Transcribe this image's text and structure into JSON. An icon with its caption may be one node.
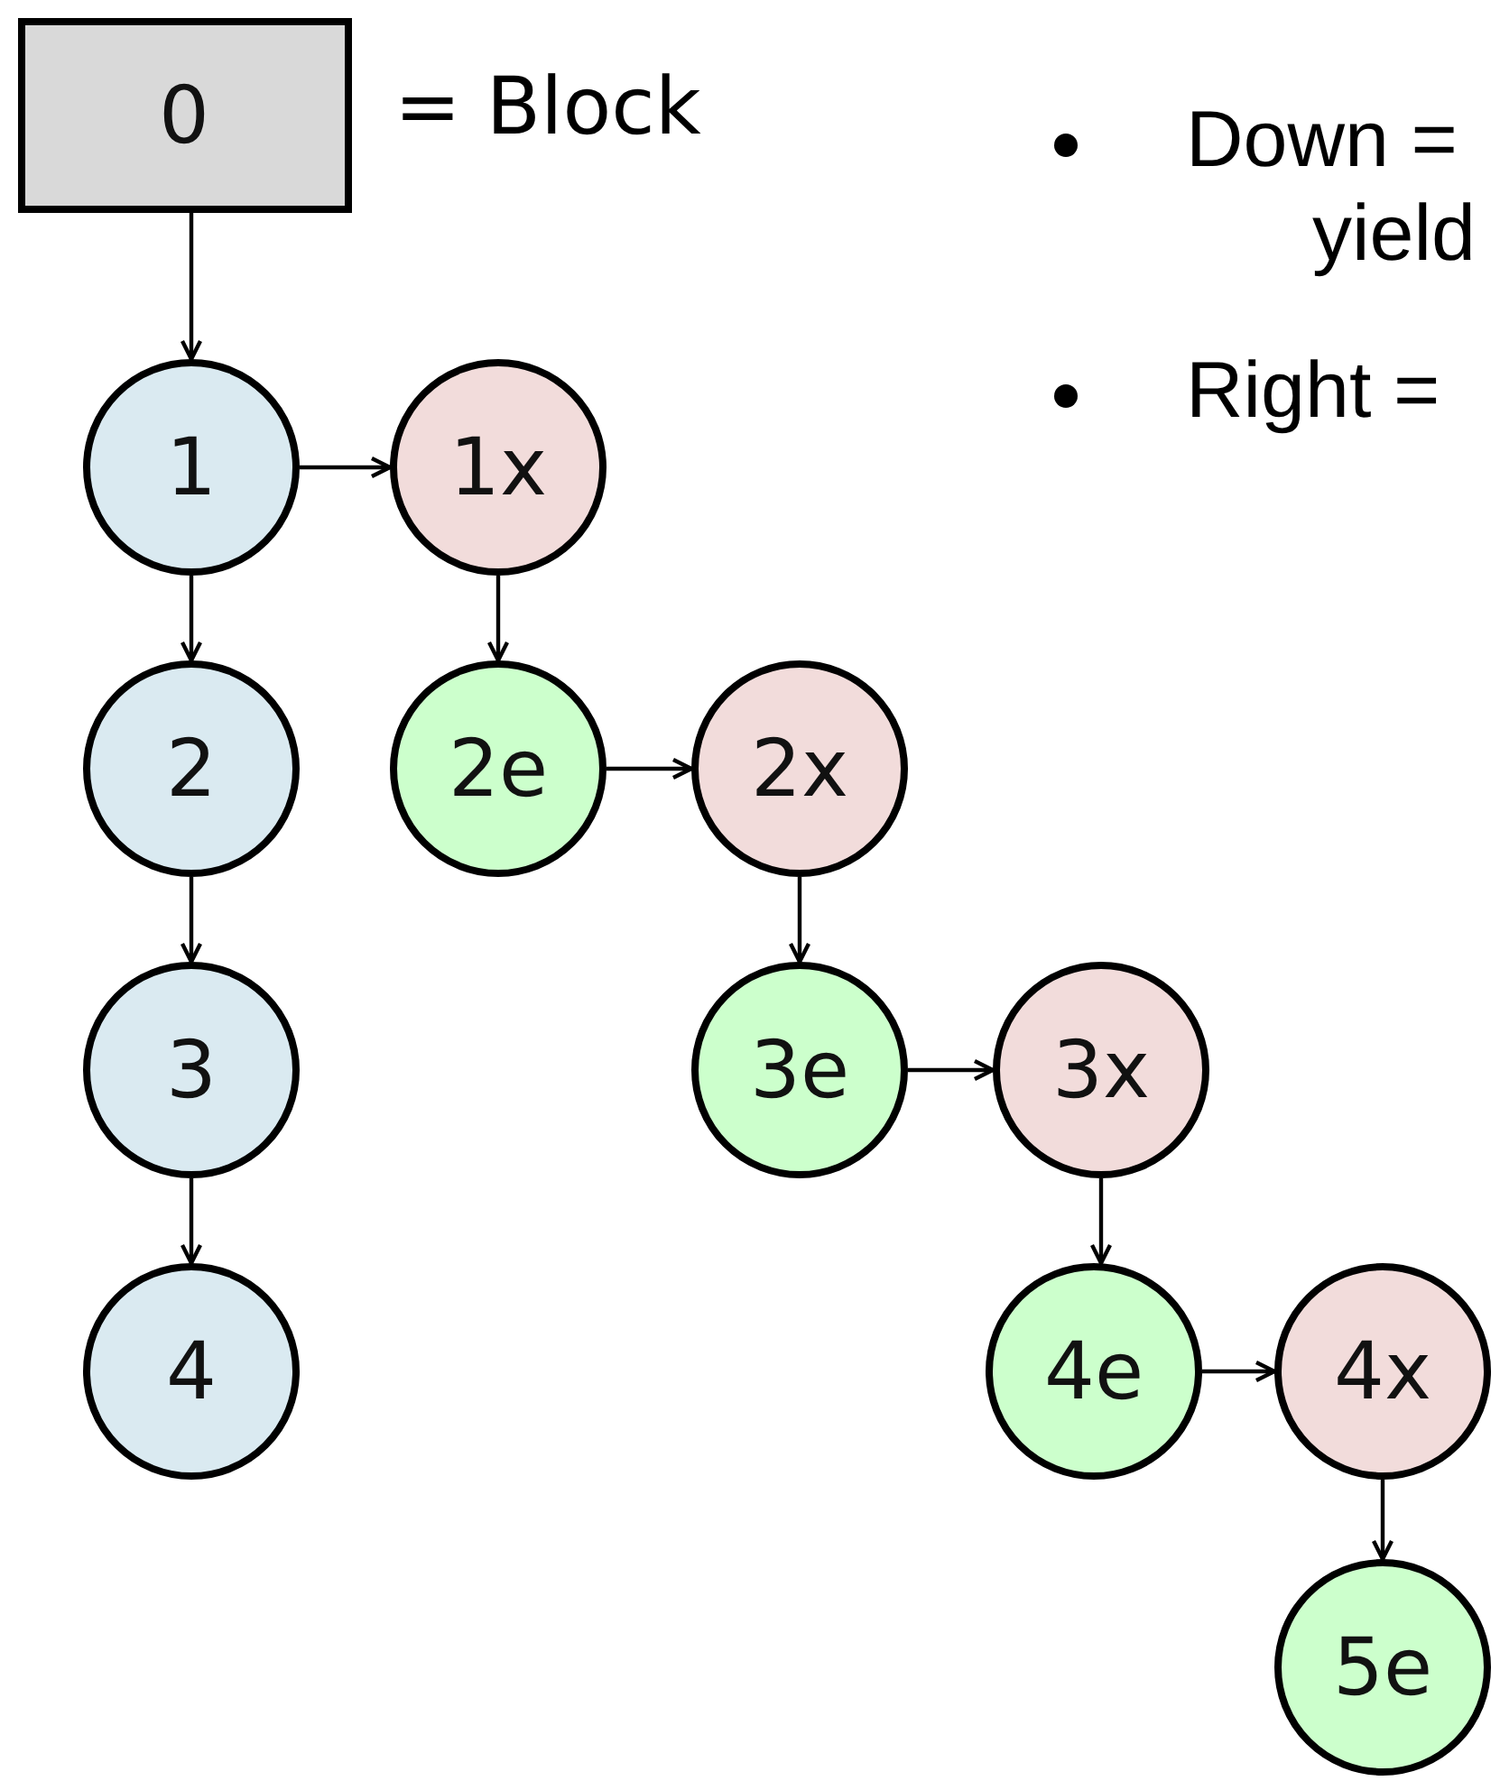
{
  "diagram": {
    "nodes": [
      {
        "text": [
          "0"
        ],
        "beside": [
          "= Block"
        ]
      },
      {
        "text": [
          "1"
        ]
      },
      {
        "text": [
          "1x"
        ]
      },
      {
        "text": [
          "2"
        ]
      },
      {
        "text": [
          "2e"
        ]
      },
      {
        "text": [
          "2x"
        ]
      },
      {
        "text": [
          "3"
        ]
      },
      {
        "text": [
          "3e"
        ]
      },
      {
        "text": [
          "3x"
        ]
      },
      {
        "text": [
          "4"
        ]
      },
      {
        "text": [
          "4e"
        ]
      },
      {
        "text": [
          "4x"
        ]
      },
      {
        "text": [
          "5e"
        ]
      }
    ],
    "edges": [
      {
        "from": 0,
        "to": 1,
        "arrow": "to"
      },
      {
        "from": 1,
        "to": 2,
        "arrow": "to"
      },
      {
        "from": 1,
        "to": 3,
        "arrow": "to"
      },
      {
        "from": 2,
        "to": 4,
        "arrow": "to"
      },
      {
        "from": 3,
        "to": 6,
        "arrow": "to"
      },
      {
        "from": 4,
        "to": 5,
        "arrow": "to"
      },
      {
        "from": 5,
        "to": 7,
        "arrow": "to"
      },
      {
        "from": 6,
        "to": 9,
        "arrow": "to"
      },
      {
        "from": 7,
        "to": 8,
        "arrow": "to"
      },
      {
        "from": 8,
        "to": 10,
        "arrow": "to"
      },
      {
        "from": 10,
        "to": 11,
        "arrow": "to"
      },
      {
        "from": 11,
        "to": 12,
        "arrow": "to"
      }
    ],
    "labels": [
      "Down = yield",
      "Right ="
    ]
  }
}
